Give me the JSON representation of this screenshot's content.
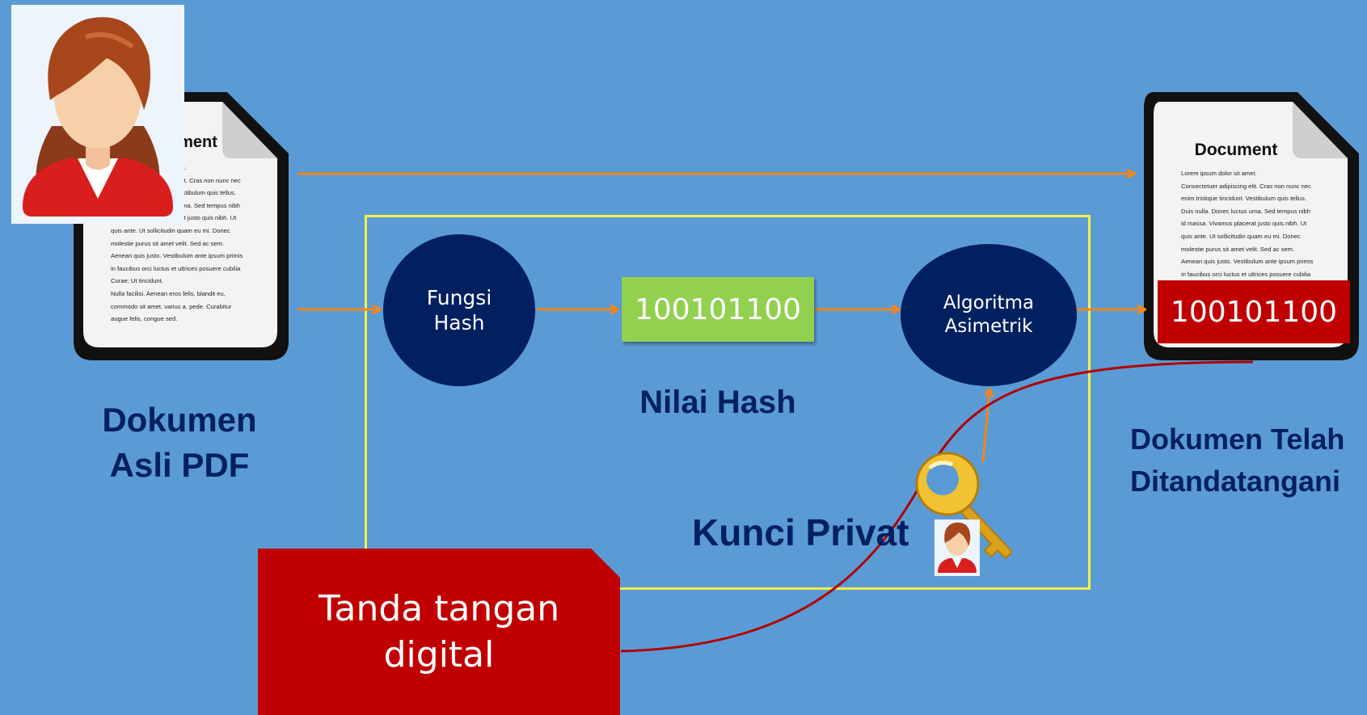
{
  "nodes": {
    "hash_function": {
      "line1": "Fungsi",
      "line2": "Hash"
    },
    "hash_value": "100101100",
    "asym_algorithm": {
      "line1": "Algoritma",
      "line2": "Asimetrik"
    },
    "signed_hash": "100101100"
  },
  "labels": {
    "original_doc": {
      "line1": "Dokumen",
      "line2": "Asli PDF"
    },
    "hash_value_label": "Nilai Hash",
    "signed_doc": {
      "line1": "Dokumen Telah",
      "line2": "Ditandatangani"
    },
    "private_key": "Kunci Privat",
    "digital_signature": {
      "line1": "Tanda tangan",
      "line2": "digital"
    }
  },
  "document": {
    "title": "Document",
    "lines": [
      "Lorem ipsum dolor sit amet.",
      "Consectetuer adipiscing elit. Cras non nunc nec",
      "enim tristique tincidunt. Vestibulum quis tellus.",
      "Duis nulla. Donec luctus urna. Sed tempus nibh",
      "id massa. Vivamus placerat justo quis nibh. Ut",
      "quis ante. Ut sollicitudin quam eu mi. Donec",
      "molestie purus sit amet velit. Sed ac sem.",
      "Aenean quis justo. Vestibulum ante ipsum primis",
      "in faucibus orci luctus et ultrices posuere cubilia",
      "Curae; Ut tincidunt.",
      "Nulla facilisi. Aenean eros felis, blandit eu,",
      "commodo sit amet, varius a, pede. Curabitur",
      "augue felis, congue sed."
    ]
  },
  "colors": {
    "background": "#5B9BD5",
    "node_dark": "#002060",
    "hash_box": "#92D050",
    "signature_red": "#C00000",
    "arrow_orange": "#F0861A",
    "frame_yellow": "#F4F04A"
  },
  "icons": [
    "user-avatar-icon",
    "document-icon",
    "key-icon"
  ]
}
